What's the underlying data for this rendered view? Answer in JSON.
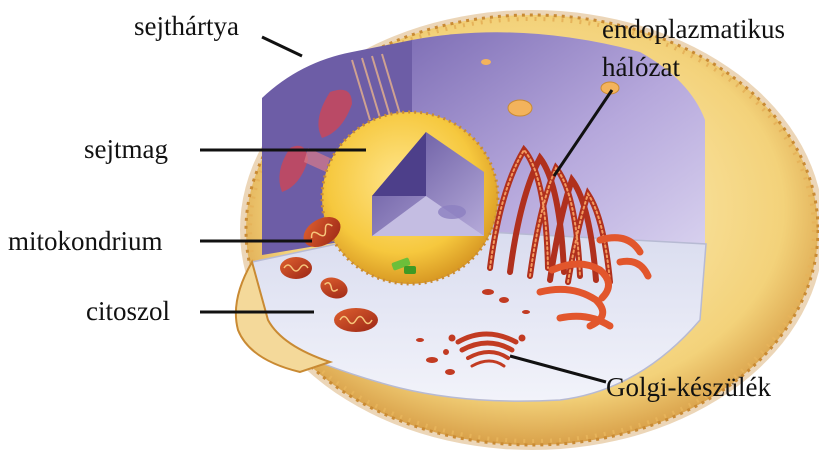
{
  "labels": {
    "membrane": "sejthártya",
    "nucleus": "sejtmag",
    "mitochondrion": "mitokondrium",
    "cytosol": "citoszol",
    "er_line1": "endoplazmatikus",
    "er_line2": "hálózat",
    "golgi": "Golgi-készülék"
  },
  "colors": {
    "membrane_outer": "#f0c25a",
    "membrane_fringe": "#c98a33",
    "cytoplasm_wall": "#a99ad0",
    "cytosol_floor": "#e6e9f4",
    "nucleus_outer": "#f6c83e",
    "nucleus_inner": "#7d6bb3",
    "organelle_red": "#c23b22",
    "leader_line": "#111111"
  }
}
